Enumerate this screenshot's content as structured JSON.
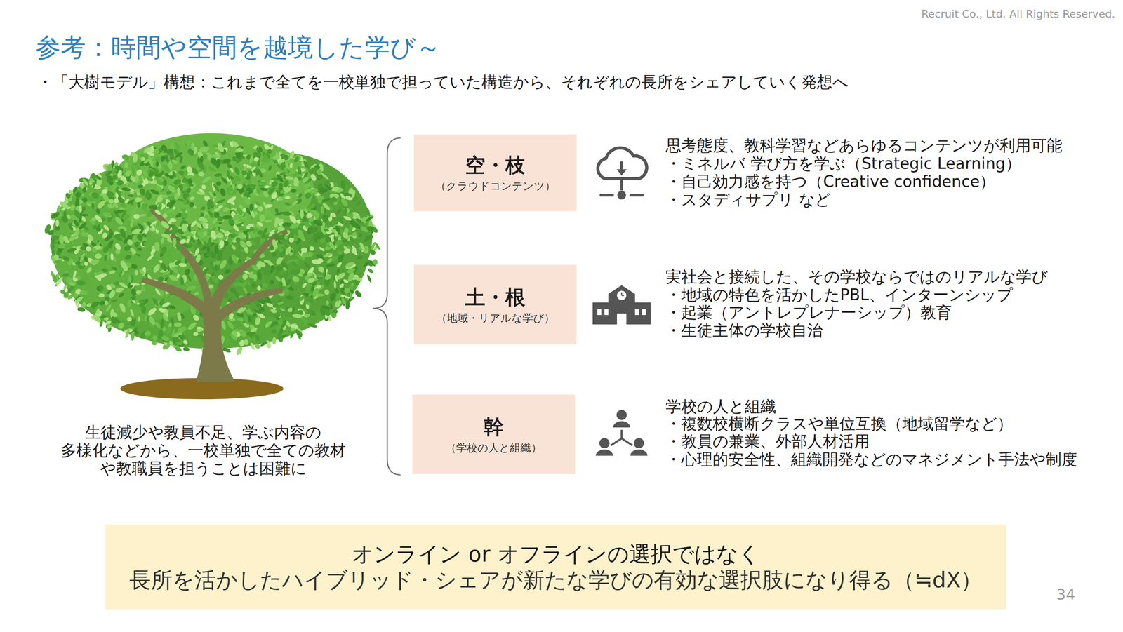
{
  "diagram": {
    "title": "参考：時間や空間を越境した学び～",
    "nodes": [
      {
        "text": [
          "空・枝",
          "（クラウドコンテンツ）"
        ]
      },
      {
        "text": [
          "土・根",
          "（地域・リアルな学び）"
        ]
      },
      {
        "text": [
          "幹",
          "（学校の人と組織）"
        ]
      },
      {
        "text": [
          "オンライン or オフラインの選択ではなく",
          "長所を活かしたハイブリッド・シェアが新たな学びの有効な選択肢になり得る（≒dX）"
        ]
      }
    ],
    "labels": [
      "Recruit Co., Ltd. All Rights Reserved.",
      "・「大樹モデル」構想：これまで全てを一校単独で担っていた構造から、それぞれの長所をシェアしていく発想へ",
      "生徒減少や教員不足、学ぶ内容の 多様化などから、一校単独で全ての教材 や教職員を担うことは困難に",
      "思考態度、教科学習などあらゆるコンテンツが利用可能",
      "・ミネルバ 学び方を学ぶ（Strategic Learning）",
      "・自己効力感を持つ（Creative confidence）",
      "・スタディサプリ など",
      "実社会と接続した、その学校ならではのリアルな学び",
      "・地域の特色を活かしたPBL、インターンシップ",
      "・起業（アントレプレナーシップ）教育",
      "・生徒主体の学校自治",
      "学校の人と組織",
      "・複数校横断クラスや単位互換（地域留学など）",
      "・教員の兼業、外部人材活用",
      "・心理的安全性、組織開発などのマネジメント手法や制度",
      "34"
    ]
  }
}
